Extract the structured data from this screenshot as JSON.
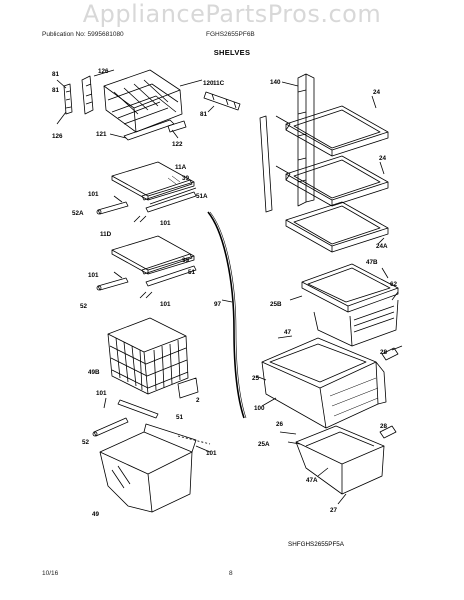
{
  "watermark": "AppliancePartsPros.com",
  "header": {
    "publication": "Publication No: 5995681080",
    "model": "FGHS2655PF6B",
    "section_title": "SHELVES"
  },
  "drawing_ref": "SHFGHS2655PF5A",
  "footer": {
    "date": "10/16",
    "page": "8"
  },
  "callouts": [
    "81",
    "126",
    "120",
    "11C",
    "140",
    "24",
    "81",
    "126",
    "81",
    "121",
    "122",
    "11A",
    "39",
    "51A",
    "24",
    "101",
    "52A",
    "101",
    "11D",
    "24A",
    "47B",
    "39",
    "101",
    "51",
    "62",
    "52",
    "101",
    "97",
    "25B",
    "47",
    "49B",
    "28",
    "25",
    "101",
    "2",
    "100",
    "51",
    "52",
    "26",
    "28",
    "101",
    "25A",
    "47A",
    "49",
    "27"
  ]
}
